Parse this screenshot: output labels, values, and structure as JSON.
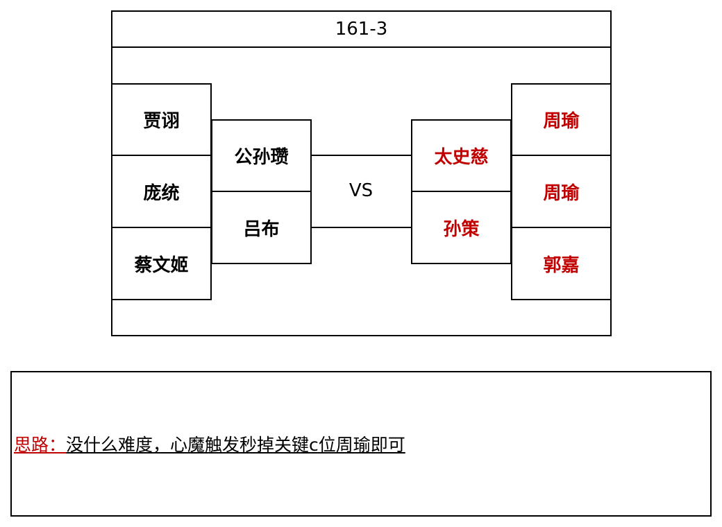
{
  "title": "161-3",
  "vs": "VS",
  "left_outer": [
    "贾诩",
    "庞统",
    "蔡文姬"
  ],
  "left_inner": [
    "公孙瓒",
    "吕布"
  ],
  "right_inner": [
    "太史慈",
    "孙策"
  ],
  "right_outer": [
    "周瑜",
    "周瑜",
    "郭嘉"
  ],
  "note": {
    "label": "思路：",
    "text": "没什么难度，心魔触发秒掉关键c位周瑜即可"
  },
  "colors": {
    "enemy": "#c00000",
    "ally": "#000000"
  }
}
